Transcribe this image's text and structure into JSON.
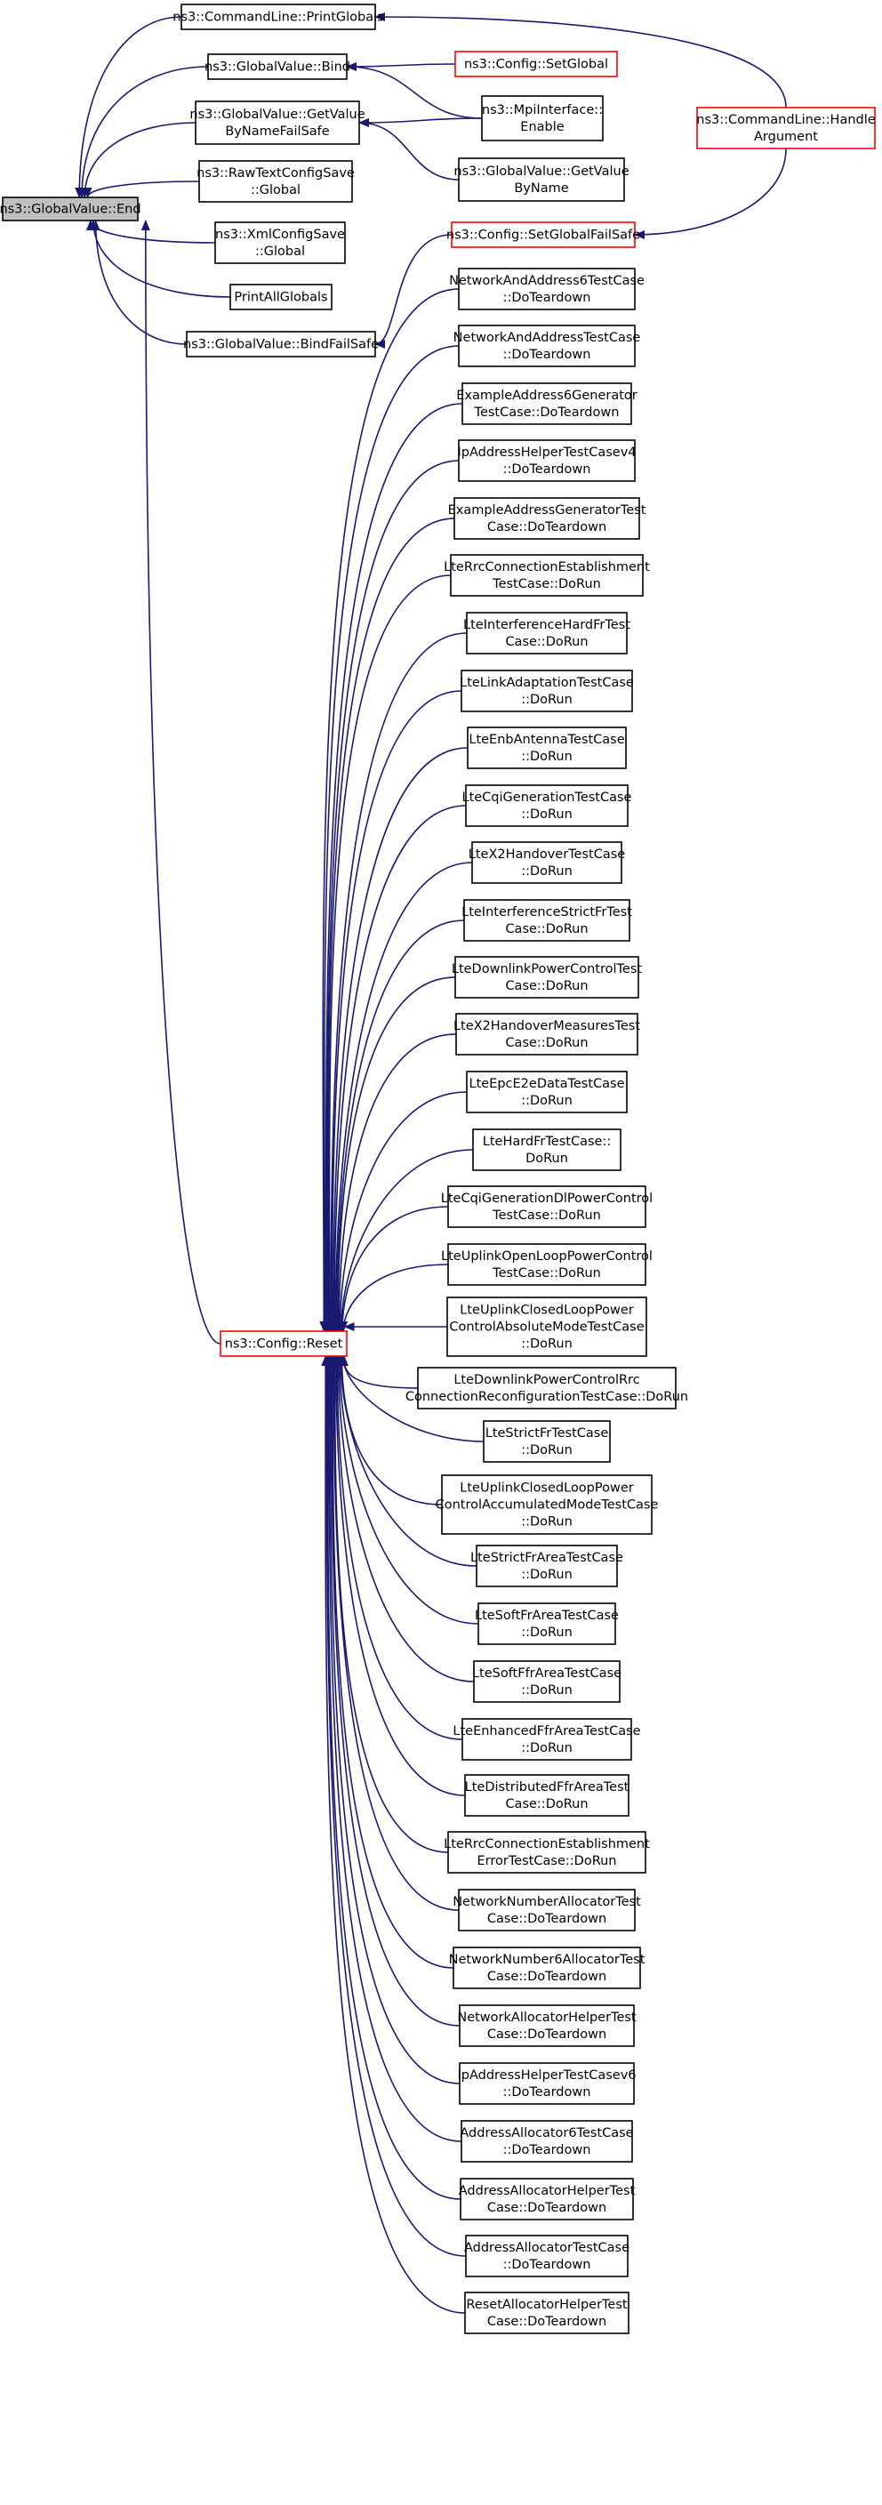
{
  "colors": {
    "edge": "#191970",
    "arrow": "#191970",
    "box_default": "#000000",
    "box_truncated": "#ff0000",
    "root_fill": "#bfbfbf",
    "box_fill": "#ffffff"
  },
  "nodes": [
    {
      "id": "end",
      "lines": [
        "ns3::GlobalValue::End"
      ],
      "style": "root"
    },
    {
      "id": "printglobals",
      "lines": [
        "ns3::CommandLine::PrintGlobals"
      ],
      "style": "normal"
    },
    {
      "id": "bind",
      "lines": [
        "ns3::GlobalValue::Bind"
      ],
      "style": "normal"
    },
    {
      "id": "getvaluefailsafe",
      "lines": [
        "ns3::GlobalValue::GetValue",
        "ByNameFailSafe"
      ],
      "style": "normal"
    },
    {
      "id": "rawtext",
      "lines": [
        "ns3::RawTextConfigSave",
        "::Global"
      ],
      "style": "normal"
    },
    {
      "id": "xmlconfig",
      "lines": [
        "ns3::XmlConfigSave",
        "::Global"
      ],
      "style": "normal"
    },
    {
      "id": "printallglobals",
      "lines": [
        "PrintAllGlobals"
      ],
      "style": "normal"
    },
    {
      "id": "bindfailsafe",
      "lines": [
        "ns3::GlobalValue::BindFailSafe"
      ],
      "style": "normal"
    },
    {
      "id": "configsetglobal",
      "lines": [
        "ns3::Config::SetGlobal"
      ],
      "style": "truncated"
    },
    {
      "id": "mpiinterface",
      "lines": [
        "ns3::MpiInterface::",
        "Enable"
      ],
      "style": "normal"
    },
    {
      "id": "getvaluebyname",
      "lines": [
        "ns3::GlobalValue::GetValue",
        "ByName"
      ],
      "style": "normal"
    },
    {
      "id": "setglobalfailsafe",
      "lines": [
        "ns3::Config::SetGlobalFailSafe"
      ],
      "style": "truncated"
    },
    {
      "id": "handleargument",
      "lines": [
        "ns3::CommandLine::Handle",
        "Argument"
      ],
      "style": "truncated"
    },
    {
      "id": "configreset",
      "lines": [
        "ns3::Config::Reset"
      ],
      "style": "truncated"
    },
    {
      "id": "c1",
      "lines": [
        "NetworkAndAddress6TestCase",
        "::DoTeardown"
      ],
      "style": "normal"
    },
    {
      "id": "c2",
      "lines": [
        "NetworkAndAddressTestCase",
        "::DoTeardown"
      ],
      "style": "normal"
    },
    {
      "id": "c3",
      "lines": [
        "ExampleAddress6Generator",
        "TestCase::DoTeardown"
      ],
      "style": "normal"
    },
    {
      "id": "c4",
      "lines": [
        "IpAddressHelperTestCasev4",
        "::DoTeardown"
      ],
      "style": "normal"
    },
    {
      "id": "c5",
      "lines": [
        "ExampleAddressGeneratorTest",
        "Case::DoTeardown"
      ],
      "style": "normal"
    },
    {
      "id": "c6",
      "lines": [
        "LteRrcConnectionEstablishment",
        "TestCase::DoRun"
      ],
      "style": "normal"
    },
    {
      "id": "c7",
      "lines": [
        "LteInterferenceHardFrTest",
        "Case::DoRun"
      ],
      "style": "normal"
    },
    {
      "id": "c8",
      "lines": [
        "LteLinkAdaptationTestCase",
        "::DoRun"
      ],
      "style": "normal"
    },
    {
      "id": "c9",
      "lines": [
        "LteEnbAntennaTestCase",
        "::DoRun"
      ],
      "style": "normal"
    },
    {
      "id": "c10",
      "lines": [
        "LteCqiGenerationTestCase",
        "::DoRun"
      ],
      "style": "normal"
    },
    {
      "id": "c11",
      "lines": [
        "LteX2HandoverTestCase",
        "::DoRun"
      ],
      "style": "normal"
    },
    {
      "id": "c12",
      "lines": [
        "LteInterferenceStrictFrTest",
        "Case::DoRun"
      ],
      "style": "normal"
    },
    {
      "id": "c13",
      "lines": [
        "LteDownlinkPowerControlTest",
        "Case::DoRun"
      ],
      "style": "normal"
    },
    {
      "id": "c14",
      "lines": [
        "LteX2HandoverMeasuresTest",
        "Case::DoRun"
      ],
      "style": "normal"
    },
    {
      "id": "c15",
      "lines": [
        "LteEpcE2eDataTestCase",
        "::DoRun"
      ],
      "style": "normal"
    },
    {
      "id": "c16",
      "lines": [
        "LteHardFrTestCase::",
        "DoRun"
      ],
      "style": "normal"
    },
    {
      "id": "c17",
      "lines": [
        "LteCqiGenerationDlPowerControl",
        "TestCase::DoRun"
      ],
      "style": "normal"
    },
    {
      "id": "c18",
      "lines": [
        "LteUplinkOpenLoopPowerControl",
        "TestCase::DoRun"
      ],
      "style": "normal"
    },
    {
      "id": "c19",
      "lines": [
        "LteUplinkClosedLoopPower",
        "ControlAbsoluteModeTestCase",
        "::DoRun"
      ],
      "style": "normal"
    },
    {
      "id": "c20",
      "lines": [
        "LteDownlinkPowerControlRrc",
        "ConnectionReconfigurationTestCase::DoRun"
      ],
      "style": "normal"
    },
    {
      "id": "c21",
      "lines": [
        "LteStrictFrTestCase",
        "::DoRun"
      ],
      "style": "normal"
    },
    {
      "id": "c22",
      "lines": [
        "LteUplinkClosedLoopPower",
        "ControlAccumulatedModeTestCase",
        "::DoRun"
      ],
      "style": "normal"
    },
    {
      "id": "c23",
      "lines": [
        "LteStrictFrAreaTestCase",
        "::DoRun"
      ],
      "style": "normal"
    },
    {
      "id": "c24",
      "lines": [
        "LteSoftFrAreaTestCase",
        "::DoRun"
      ],
      "style": "normal"
    },
    {
      "id": "c25",
      "lines": [
        "LteSoftFfrAreaTestCase",
        "::DoRun"
      ],
      "style": "normal"
    },
    {
      "id": "c26",
      "lines": [
        "LteEnhancedFfrAreaTestCase",
        "::DoRun"
      ],
      "style": "normal"
    },
    {
      "id": "c27",
      "lines": [
        "LteDistributedFfrAreaTest",
        "Case::DoRun"
      ],
      "style": "normal"
    },
    {
      "id": "c28",
      "lines": [
        "LteRrcConnectionEstablishment",
        "ErrorTestCase::DoRun"
      ],
      "style": "normal"
    },
    {
      "id": "c29",
      "lines": [
        "NetworkNumberAllocatorTest",
        "Case::DoTeardown"
      ],
      "style": "normal"
    },
    {
      "id": "c30",
      "lines": [
        "NetworkNumber6AllocatorTest",
        "Case::DoTeardown"
      ],
      "style": "normal"
    },
    {
      "id": "c31",
      "lines": [
        "NetworkAllocatorHelperTest",
        "Case::DoTeardown"
      ],
      "style": "normal"
    },
    {
      "id": "c32",
      "lines": [
        "IpAddressHelperTestCasev6",
        "::DoTeardown"
      ],
      "style": "normal"
    },
    {
      "id": "c33",
      "lines": [
        "AddressAllocator6TestCase",
        "::DoTeardown"
      ],
      "style": "normal"
    },
    {
      "id": "c34",
      "lines": [
        "AddressAllocatorHelperTest",
        "Case::DoTeardown"
      ],
      "style": "normal"
    },
    {
      "id": "c35",
      "lines": [
        "AddressAllocatorTestCase",
        "::DoTeardown"
      ],
      "style": "normal"
    },
    {
      "id": "c36",
      "lines": [
        "ResetAllocatorHelperTest",
        "Case::DoTeardown"
      ],
      "style": "normal"
    }
  ],
  "edges": [
    [
      "printglobals",
      "end"
    ],
    [
      "bind",
      "end"
    ],
    [
      "getvaluefailsafe",
      "end"
    ],
    [
      "rawtext",
      "end"
    ],
    [
      "xmlconfig",
      "end"
    ],
    [
      "printallglobals",
      "end"
    ],
    [
      "bindfailsafe",
      "end"
    ],
    [
      "configreset",
      "end"
    ],
    [
      "handleargument",
      "printglobals"
    ],
    [
      "configsetglobal",
      "bind"
    ],
    [
      "mpiinterface",
      "bind"
    ],
    [
      "mpiinterface",
      "getvaluefailsafe"
    ],
    [
      "getvaluebyname",
      "getvaluefailsafe"
    ],
    [
      "setglobalfailsafe",
      "bindfailsafe"
    ],
    [
      "handleargument",
      "setglobalfailsafe"
    ],
    [
      "c1",
      "configreset"
    ],
    [
      "c2",
      "configreset"
    ],
    [
      "c3",
      "configreset"
    ],
    [
      "c4",
      "configreset"
    ],
    [
      "c5",
      "configreset"
    ],
    [
      "c6",
      "configreset"
    ],
    [
      "c7",
      "configreset"
    ],
    [
      "c8",
      "configreset"
    ],
    [
      "c9",
      "configreset"
    ],
    [
      "c10",
      "configreset"
    ],
    [
      "c11",
      "configreset"
    ],
    [
      "c12",
      "configreset"
    ],
    [
      "c13",
      "configreset"
    ],
    [
      "c14",
      "configreset"
    ],
    [
      "c15",
      "configreset"
    ],
    [
      "c16",
      "configreset"
    ],
    [
      "c17",
      "configreset"
    ],
    [
      "c18",
      "configreset"
    ],
    [
      "c19",
      "configreset"
    ],
    [
      "c20",
      "configreset"
    ],
    [
      "c21",
      "configreset"
    ],
    [
      "c22",
      "configreset"
    ],
    [
      "c23",
      "configreset"
    ],
    [
      "c24",
      "configreset"
    ],
    [
      "c25",
      "configreset"
    ],
    [
      "c26",
      "configreset"
    ],
    [
      "c27",
      "configreset"
    ],
    [
      "c28",
      "configreset"
    ],
    [
      "c29",
      "configreset"
    ],
    [
      "c30",
      "configreset"
    ],
    [
      "c31",
      "configreset"
    ],
    [
      "c32",
      "configreset"
    ],
    [
      "c33",
      "configreset"
    ],
    [
      "c34",
      "configreset"
    ],
    [
      "c35",
      "configreset"
    ],
    [
      "c36",
      "configreset"
    ]
  ]
}
